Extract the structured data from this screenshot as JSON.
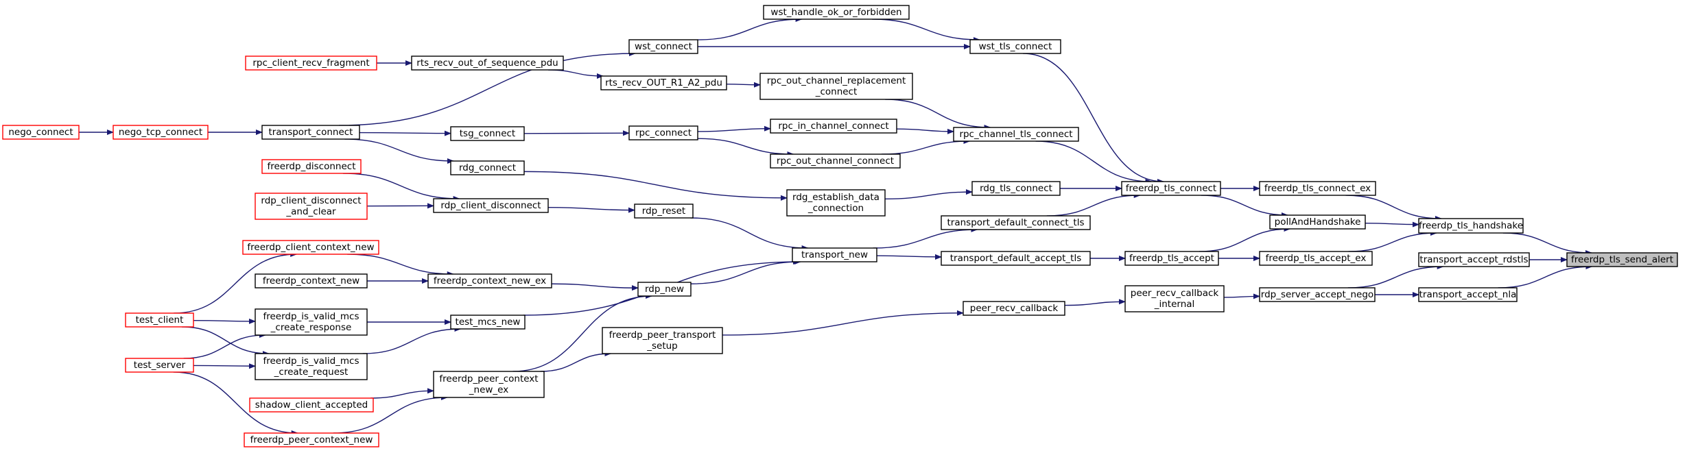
{
  "graph": {
    "nodes": [
      {
        "id": "tls_send_alert",
        "lines": [
          "freerdp_tls_send_alert"
        ],
        "style": "root"
      },
      {
        "id": "tls_handshake",
        "lines": [
          "freerdp_tls_handshake"
        ],
        "style": "normal"
      },
      {
        "id": "accept_rdstls",
        "lines": [
          "transport_accept_rdstls"
        ],
        "style": "normal"
      },
      {
        "id": "accept_nla",
        "lines": [
          "transport_accept_nla"
        ],
        "style": "normal"
      },
      {
        "id": "tls_connect_ex",
        "lines": [
          "freerdp_tls_connect_ex"
        ],
        "style": "normal"
      },
      {
        "id": "pollAndHandshake",
        "lines": [
          "pollAndHandshake"
        ],
        "style": "normal"
      },
      {
        "id": "tls_accept_ex",
        "lines": [
          "freerdp_tls_accept_ex"
        ],
        "style": "normal"
      },
      {
        "id": "server_accept_nego",
        "lines": [
          "rdp_server_accept_nego"
        ],
        "style": "normal"
      },
      {
        "id": "tls_connect",
        "lines": [
          "freerdp_tls_connect"
        ],
        "style": "normal"
      },
      {
        "id": "tls_accept",
        "lines": [
          "freerdp_tls_accept"
        ],
        "style": "normal"
      },
      {
        "id": "peer_recv_cb_internal",
        "lines": [
          "peer_recv_callback",
          "_internal"
        ],
        "style": "normal"
      },
      {
        "id": "wst_tls_connect",
        "lines": [
          "wst_tls_connect"
        ],
        "style": "normal"
      },
      {
        "id": "rpc_channel_tls_connect",
        "lines": [
          "rpc_channel_tls_connect"
        ],
        "style": "normal"
      },
      {
        "id": "rdg_tls_connect",
        "lines": [
          "rdg_tls_connect"
        ],
        "style": "normal"
      },
      {
        "id": "default_connect_tls",
        "lines": [
          "transport_default_connect_tls"
        ],
        "style": "normal"
      },
      {
        "id": "default_accept_tls",
        "lines": [
          "transport_default_accept_tls"
        ],
        "style": "normal"
      },
      {
        "id": "peer_recv_callback",
        "lines": [
          "peer_recv_callback"
        ],
        "style": "normal"
      },
      {
        "id": "wst_handle_ok",
        "lines": [
          "wst_handle_ok_or_forbidden"
        ],
        "style": "normal"
      },
      {
        "id": "rpc_out_replacement",
        "lines": [
          "rpc_out_channel_replacement",
          "_connect"
        ],
        "style": "normal"
      },
      {
        "id": "rpc_in_channel_connect",
        "lines": [
          "rpc_in_channel_connect"
        ],
        "style": "normal"
      },
      {
        "id": "rpc_out_channel_connect",
        "lines": [
          "rpc_out_channel_connect"
        ],
        "style": "normal"
      },
      {
        "id": "rdg_establish",
        "lines": [
          "rdg_establish_data",
          "_connection"
        ],
        "style": "normal"
      },
      {
        "id": "transport_new",
        "lines": [
          "transport_new"
        ],
        "style": "normal"
      },
      {
        "id": "wst_connect",
        "lines": [
          "wst_connect"
        ],
        "style": "normal"
      },
      {
        "id": "rts_recv_out_r1_a2",
        "lines": [
          "rts_recv_OUT_R1_A2_pdu"
        ],
        "style": "normal"
      },
      {
        "id": "rpc_connect",
        "lines": [
          "rpc_connect"
        ],
        "style": "normal"
      },
      {
        "id": "rdp_reset",
        "lines": [
          "rdp_reset"
        ],
        "style": "normal"
      },
      {
        "id": "rdp_new",
        "lines": [
          "rdp_new"
        ],
        "style": "normal"
      },
      {
        "id": "peer_transport_setup",
        "lines": [
          "freerdp_peer_transport",
          "_setup"
        ],
        "style": "normal"
      },
      {
        "id": "rts_recv_oos",
        "lines": [
          "rts_recv_out_of_sequence_pdu"
        ],
        "style": "normal"
      },
      {
        "id": "transport_connect",
        "lines": [
          "transport_connect"
        ],
        "style": "normal"
      },
      {
        "id": "tsg_connect",
        "lines": [
          "tsg_connect"
        ],
        "style": "normal"
      },
      {
        "id": "rdg_connect",
        "lines": [
          "rdg_connect"
        ],
        "style": "normal"
      },
      {
        "id": "rdp_client_disconnect",
        "lines": [
          "rdp_client_disconnect"
        ],
        "style": "normal"
      },
      {
        "id": "context_new_ex",
        "lines": [
          "freerdp_context_new_ex"
        ],
        "style": "normal"
      },
      {
        "id": "test_mcs_new",
        "lines": [
          "test_mcs_new"
        ],
        "style": "normal"
      },
      {
        "id": "peer_context_new_ex",
        "lines": [
          "freerdp_peer_context",
          "_new_ex"
        ],
        "style": "normal"
      },
      {
        "id": "rpc_client_recv_fragment",
        "lines": [
          "rpc_client_recv_fragment"
        ],
        "style": "red"
      },
      {
        "id": "nego_tcp_connect",
        "lines": [
          "nego_tcp_connect"
        ],
        "style": "red"
      },
      {
        "id": "freerdp_disconnect",
        "lines": [
          "freerdp_disconnect"
        ],
        "style": "red"
      },
      {
        "id": "rdp_client_disconnect_clear",
        "lines": [
          "rdp_client_disconnect",
          "_and_clear"
        ],
        "style": "red"
      },
      {
        "id": "client_context_new",
        "lines": [
          "freerdp_client_context_new"
        ],
        "style": "red"
      },
      {
        "id": "freerdp_context_new",
        "lines": [
          "freerdp_context_new"
        ],
        "style": "normal"
      },
      {
        "id": "valid_mcs_response",
        "lines": [
          "freerdp_is_valid_mcs",
          "_create_response"
        ],
        "style": "normal"
      },
      {
        "id": "valid_mcs_request",
        "lines": [
          "freerdp_is_valid_mcs",
          "_create_request"
        ],
        "style": "normal"
      },
      {
        "id": "shadow_client_accepted",
        "lines": [
          "shadow_client_accepted"
        ],
        "style": "red"
      },
      {
        "id": "peer_context_new",
        "lines": [
          "freerdp_peer_context_new"
        ],
        "style": "red"
      },
      {
        "id": "nego_connect",
        "lines": [
          "nego_connect"
        ],
        "style": "red"
      },
      {
        "id": "test_client",
        "lines": [
          "test_client"
        ],
        "style": "red"
      },
      {
        "id": "test_server",
        "lines": [
          "test_server"
        ],
        "style": "red"
      }
    ],
    "edges": [
      [
        "tls_handshake",
        "tls_send_alert"
      ],
      [
        "accept_rdstls",
        "tls_send_alert"
      ],
      [
        "accept_nla",
        "tls_send_alert"
      ],
      [
        "tls_connect_ex",
        "tls_handshake"
      ],
      [
        "pollAndHandshake",
        "tls_handshake"
      ],
      [
        "tls_accept_ex",
        "tls_handshake"
      ],
      [
        "server_accept_nego",
        "accept_rdstls"
      ],
      [
        "server_accept_nego",
        "accept_nla"
      ],
      [
        "tls_connect",
        "tls_connect_ex"
      ],
      [
        "tls_connect",
        "pollAndHandshake"
      ],
      [
        "tls_accept",
        "pollAndHandshake"
      ],
      [
        "tls_accept",
        "tls_accept_ex"
      ],
      [
        "peer_recv_cb_internal",
        "server_accept_nego"
      ],
      [
        "wst_tls_connect",
        "tls_connect"
      ],
      [
        "rpc_channel_tls_connect",
        "tls_connect"
      ],
      [
        "rdg_tls_connect",
        "tls_connect"
      ],
      [
        "default_connect_tls",
        "tls_connect"
      ],
      [
        "default_accept_tls",
        "tls_accept"
      ],
      [
        "peer_recv_callback",
        "peer_recv_cb_internal"
      ],
      [
        "wst_handle_ok",
        "wst_tls_connect"
      ],
      [
        "wst_connect",
        "wst_tls_connect"
      ],
      [
        "rpc_out_replacement",
        "rpc_channel_tls_connect"
      ],
      [
        "rpc_in_channel_connect",
        "rpc_channel_tls_connect"
      ],
      [
        "rpc_out_channel_connect",
        "rpc_channel_tls_connect"
      ],
      [
        "rdg_establish",
        "rdg_tls_connect"
      ],
      [
        "transport_new",
        "default_connect_tls"
      ],
      [
        "transport_new",
        "default_accept_tls"
      ],
      [
        "peer_transport_setup",
        "peer_recv_callback"
      ],
      [
        "wst_connect",
        "wst_handle_ok"
      ],
      [
        "rts_recv_out_r1_a2",
        "rpc_out_replacement"
      ],
      [
        "rpc_connect",
        "rpc_in_channel_connect"
      ],
      [
        "rpc_connect",
        "rpc_out_channel_connect"
      ],
      [
        "rdg_connect",
        "rdg_establish"
      ],
      [
        "rdp_reset",
        "transport_new"
      ],
      [
        "rdp_new",
        "transport_new"
      ],
      [
        "test_mcs_new",
        "transport_new"
      ],
      [
        "transport_connect",
        "wst_connect"
      ],
      [
        "rts_recv_oos",
        "rts_recv_out_r1_a2"
      ],
      [
        "tsg_connect",
        "rpc_connect"
      ],
      [
        "rdp_client_disconnect",
        "rdp_reset"
      ],
      [
        "context_new_ex",
        "rdp_new"
      ],
      [
        "peer_context_new_ex",
        "rdp_new"
      ],
      [
        "peer_context_new_ex",
        "peer_transport_setup"
      ],
      [
        "rpc_client_recv_fragment",
        "rts_recv_oos"
      ],
      [
        "nego_tcp_connect",
        "transport_connect"
      ],
      [
        "transport_connect",
        "tsg_connect"
      ],
      [
        "transport_connect",
        "rdg_connect"
      ],
      [
        "freerdp_disconnect",
        "rdp_client_disconnect"
      ],
      [
        "rdp_client_disconnect_clear",
        "rdp_client_disconnect"
      ],
      [
        "client_context_new",
        "context_new_ex"
      ],
      [
        "freerdp_context_new",
        "context_new_ex"
      ],
      [
        "valid_mcs_response",
        "test_mcs_new"
      ],
      [
        "valid_mcs_request",
        "test_mcs_new"
      ],
      [
        "shadow_client_accepted",
        "peer_context_new_ex"
      ],
      [
        "peer_context_new",
        "peer_context_new_ex"
      ],
      [
        "nego_connect",
        "nego_tcp_connect"
      ],
      [
        "test_client",
        "client_context_new"
      ],
      [
        "test_client",
        "valid_mcs_response"
      ],
      [
        "test_client",
        "valid_mcs_request"
      ],
      [
        "test_server",
        "valid_mcs_response"
      ],
      [
        "test_server",
        "valid_mcs_request"
      ],
      [
        "test_server",
        "peer_context_new"
      ]
    ]
  }
}
